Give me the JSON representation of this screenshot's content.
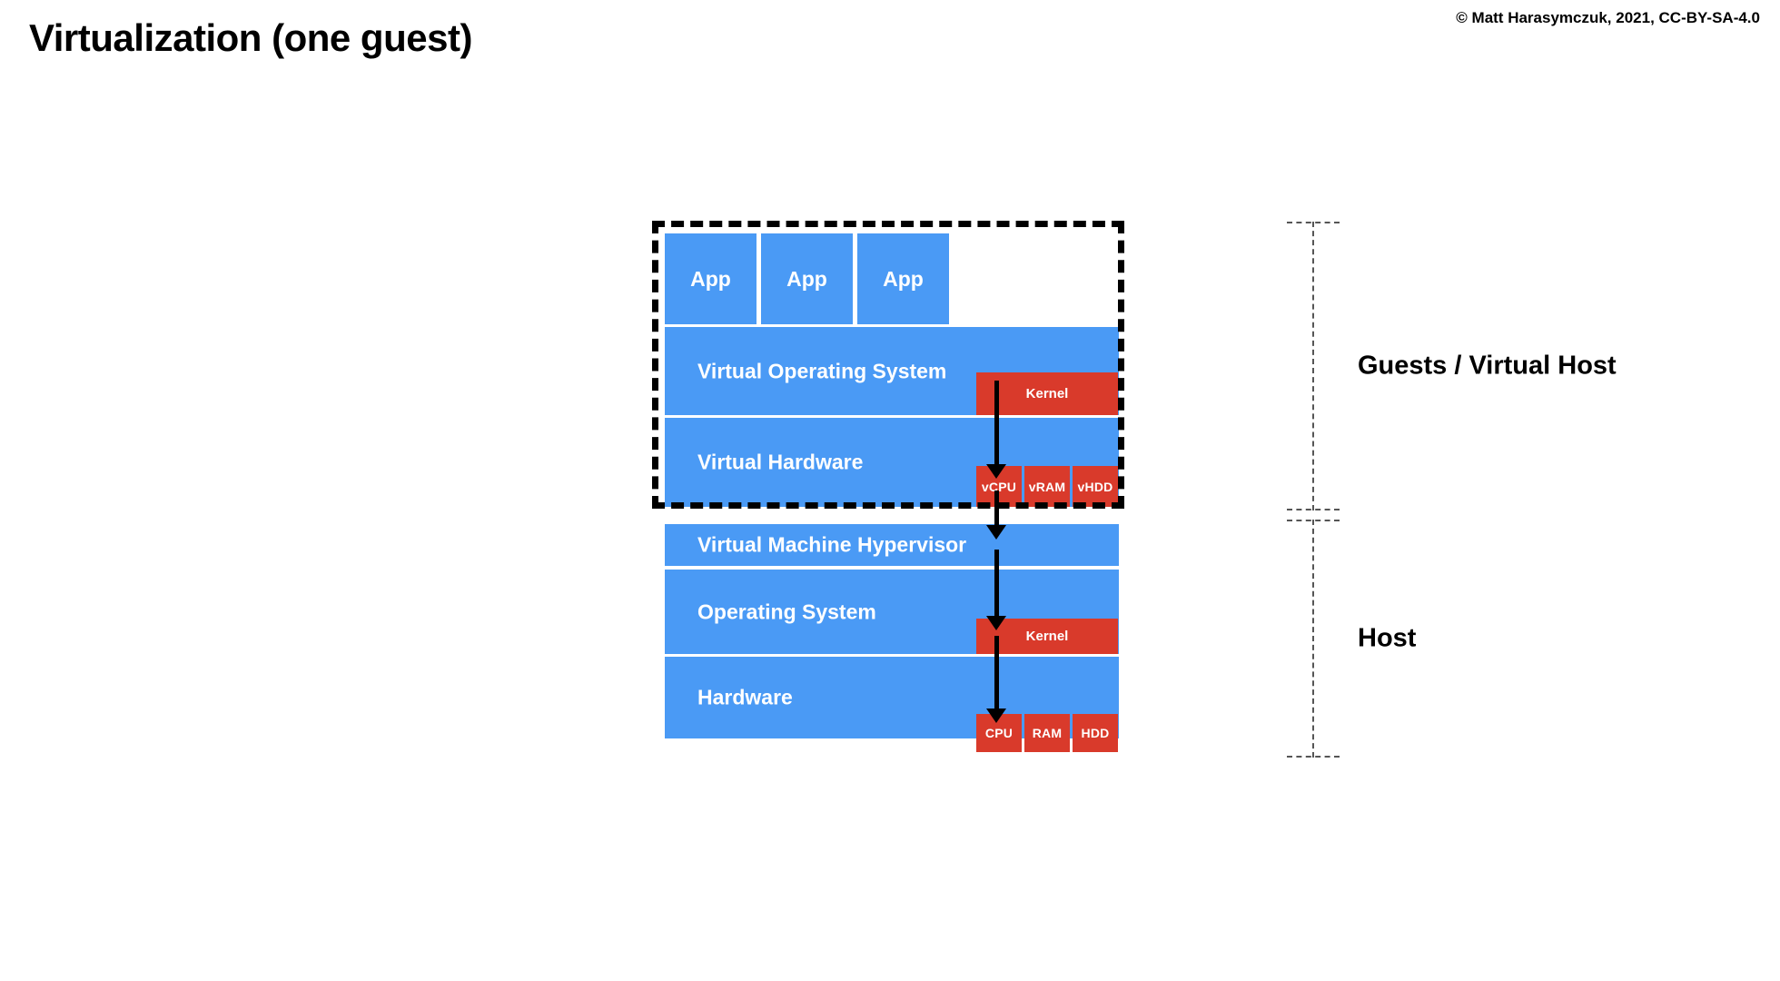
{
  "slide": {
    "title": "Virtualization (one guest)",
    "copyright": "© Matt Harasymczuk, 2021, CC-BY-SA-4.0",
    "background_color": "#ffffff"
  },
  "colors": {
    "blue": "#4a9af5",
    "red": "#d93a2b",
    "text_on_fill": "#ffffff",
    "outline": "#000000",
    "bracket": "#555555"
  },
  "diagram": {
    "guest": {
      "boundary_style": "dashed",
      "apps": [
        {
          "label": "App"
        },
        {
          "label": "App"
        },
        {
          "label": "App"
        }
      ],
      "layers": [
        {
          "label": "Virtual Operating System",
          "resources": [
            {
              "label": "Kernel"
            }
          ]
        },
        {
          "label": "Virtual Hardware",
          "resources": [
            {
              "label": "vCPU"
            },
            {
              "label": "vRAM"
            },
            {
              "label": "vHDD"
            }
          ]
        }
      ]
    },
    "host": {
      "layers": [
        {
          "label": "Virtual Machine Hypervisor",
          "resources": []
        },
        {
          "label": "Operating System",
          "resources": [
            {
              "label": "Kernel"
            }
          ]
        },
        {
          "label": "Hardware",
          "resources": [
            {
              "label": "CPU"
            },
            {
              "label": "RAM"
            },
            {
              "label": "HDD"
            }
          ]
        }
      ]
    },
    "brackets": [
      {
        "label": "Guests / Virtual Host"
      },
      {
        "label": "Host"
      }
    ]
  }
}
